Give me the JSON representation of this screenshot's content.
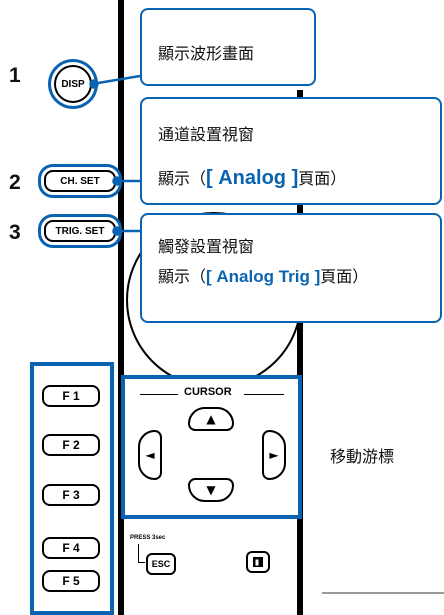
{
  "markers": [
    "1",
    "2",
    "3"
  ],
  "keys": {
    "disp": "DISP",
    "ch_set": "CH. SET",
    "trig_set": "TRIG. SET",
    "esc": "ESC",
    "print_icon": "print-icon"
  },
  "callouts": {
    "disp": {
      "line1": "顯示波形畫面"
    },
    "ch_set": {
      "line1": "通道設置視窗",
      "line2_prefix": "顯示（",
      "line2_highlight": "[ Analog ]",
      "line2_suffix": "頁面）"
    },
    "trig_set": {
      "line1": "觸發設置視窗",
      "line2_prefix": "顯示（",
      "line2_highlight": "[ Analog Trig ]",
      "line2_suffix": "頁面）"
    }
  },
  "function_keys": [
    "F 1",
    "F 2",
    "F 3",
    "F 4",
    "F 5"
  ],
  "cursor": {
    "label": "CURSOR",
    "description": "移動游標",
    "arrows": {
      "up": "▲",
      "down": "▼",
      "left": "◄",
      "right": "►"
    }
  },
  "press_hint": "PRESS 3sec",
  "colors": {
    "accent": "#0a63b0",
    "panel": "#000000"
  }
}
